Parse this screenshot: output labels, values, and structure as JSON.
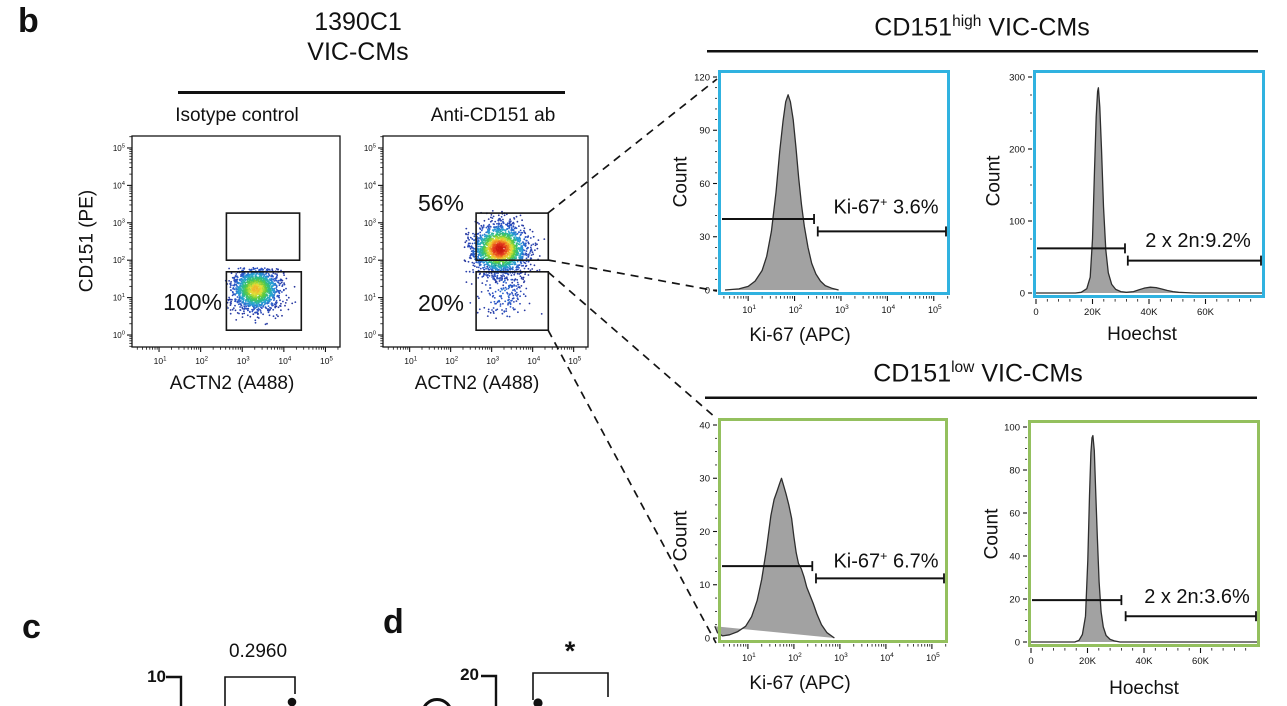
{
  "figure": {
    "background": "#ffffff"
  },
  "panel_labels": {
    "b": "b",
    "c": "c",
    "d": "d"
  },
  "colors": {
    "high_border": "#30b2e0",
    "low_border": "#94c05e",
    "hist_fill": "#9d9d9d",
    "hist_stroke": "#2e2e2e",
    "text": "#111111"
  },
  "left_group": {
    "title_line1": "1390C1",
    "title_line2": "VIC-CMs"
  },
  "high_group": {
    "title_pre": "CD151",
    "title_sup": "high",
    "title_post": " VIC-CMs"
  },
  "low_group": {
    "title_pre": "CD151",
    "title_sup": "low",
    "title_post": " VIC-CMs"
  },
  "panel_c": {
    "y_tick": "10",
    "p_value": "0.2960"
  },
  "panel_d": {
    "y_tick": "20",
    "significance": "*"
  },
  "chart_data": [
    {
      "id": "isotype-scatter",
      "type": "scatter",
      "title": "Isotype control",
      "xlabel": "ACTN2 (A488)",
      "ylabel": "CD151 (PE)",
      "x_scale": "log",
      "y_scale": "log",
      "x_tick_exponents": [
        1,
        2,
        3,
        4,
        5
      ],
      "y_tick_exponents": [
        0,
        1,
        2,
        3,
        4,
        5
      ],
      "xlim_log": [
        0.35,
        5.35
      ],
      "ylim_log": [
        -0.32,
        5.32
      ],
      "gates": [
        {
          "name": "cd151-high-gate",
          "x_log": [
            2.62,
            4.38
          ],
          "y_log": [
            2.0,
            3.26
          ],
          "label": ""
        },
        {
          "name": "cd151-population-gate",
          "x_log": [
            2.62,
            4.42
          ],
          "y_log": [
            0.13,
            1.69
          ],
          "label": "100%"
        }
      ],
      "populations": [
        {
          "center_log": [
            3.33,
            1.22
          ],
          "sigma_log": [
            0.3,
            0.3
          ],
          "n": 1600,
          "intensity": 0.74
        }
      ]
    },
    {
      "id": "anti-cd151-scatter",
      "type": "scatter",
      "title": "Anti-CD151 ab",
      "xlabel": "ACTN2 (A488)",
      "ylabel": "",
      "x_scale": "log",
      "y_scale": "log",
      "x_tick_exponents": [
        1,
        2,
        3,
        4,
        5
      ],
      "y_tick_exponents": [
        0,
        1,
        2,
        3,
        4,
        5
      ],
      "xlim_log": [
        0.35,
        5.35
      ],
      "ylim_log": [
        -0.32,
        5.32
      ],
      "gates": [
        {
          "name": "cd151-high-gate",
          "x_log": [
            2.62,
            4.38
          ],
          "y_log": [
            2.0,
            3.26
          ],
          "label": "56%"
        },
        {
          "name": "cd151-low-gate",
          "x_log": [
            2.62,
            4.38
          ],
          "y_log": [
            0.13,
            1.69
          ],
          "label": "20%"
        }
      ],
      "populations": [
        {
          "center_log": [
            3.2,
            2.3
          ],
          "sigma_log": [
            0.34,
            0.33
          ],
          "n": 2000,
          "intensity": 0.97
        },
        {
          "center_log": [
            3.3,
            1.15
          ],
          "sigma_log": [
            0.32,
            0.42
          ],
          "n": 220,
          "intensity": 0.2
        }
      ]
    },
    {
      "id": "ki67-high-histogram",
      "type": "area-histogram",
      "group": "CD151high VIC-CMs",
      "xlabel": "Ki-67 (APC)",
      "ylabel": "Count",
      "x_scale": "log",
      "xlim_log": [
        0.35,
        5.35
      ],
      "x_tick_exponents": [
        1,
        2,
        3,
        4,
        5
      ],
      "y_ticks": [
        0,
        30,
        60,
        90,
        120
      ],
      "y_minor": 6,
      "points": [
        [
          0.5,
          0
        ],
        [
          0.8,
          0.6
        ],
        [
          1.0,
          2
        ],
        [
          1.15,
          5
        ],
        [
          1.3,
          11
        ],
        [
          1.4,
          19
        ],
        [
          1.5,
          33
        ],
        [
          1.6,
          55
        ],
        [
          1.68,
          78
        ],
        [
          1.75,
          95
        ],
        [
          1.81,
          106
        ],
        [
          1.86,
          110
        ],
        [
          1.91,
          106
        ],
        [
          1.97,
          96
        ],
        [
          2.03,
          80
        ],
        [
          2.09,
          63
        ],
        [
          2.15,
          48
        ],
        [
          2.21,
          36
        ],
        [
          2.29,
          24
        ],
        [
          2.37,
          15
        ],
        [
          2.46,
          9
        ],
        [
          2.56,
          5
        ],
        [
          2.66,
          2.5
        ],
        [
          2.8,
          1
        ],
        [
          2.95,
          0
        ]
      ],
      "gate_neg": {
        "count": 40,
        "x_log_end": 2.42
      },
      "gate_pos": {
        "count": 33,
        "x_log_start": 2.5
      },
      "gate_label": {
        "pre": "Ki-67",
        "sup": "+",
        "post": " 3.6%"
      }
    },
    {
      "id": "hoechst-high-histogram",
      "type": "area-histogram",
      "group": "CD151high VIC-CMs",
      "xlabel": "Hoechst",
      "ylabel": "Count",
      "x_scale": "linear",
      "xlim": [
        0,
        80000
      ],
      "x_ticks": [
        {
          "v": 0,
          "label": "0"
        },
        {
          "v": 20000,
          "label": "20K"
        },
        {
          "v": 40000,
          "label": "40K"
        },
        {
          "v": 60000,
          "label": "60K"
        }
      ],
      "x_minor": 4000,
      "y_ticks": [
        0,
        100,
        200,
        300
      ],
      "y_minor": 25,
      "points": [
        [
          0,
          0
        ],
        [
          14000,
          0
        ],
        [
          16000,
          1
        ],
        [
          18000,
          6
        ],
        [
          19200,
          22
        ],
        [
          20000,
          75
        ],
        [
          20700,
          170
        ],
        [
          21300,
          245
        ],
        [
          21800,
          280
        ],
        [
          22100,
          285
        ],
        [
          22600,
          258
        ],
        [
          23200,
          200
        ],
        [
          23900,
          120
        ],
        [
          24700,
          60
        ],
        [
          25600,
          28
        ],
        [
          26800,
          12
        ],
        [
          28200,
          5
        ],
        [
          30000,
          2
        ],
        [
          32000,
          1
        ],
        [
          34500,
          2
        ],
        [
          36500,
          4.5
        ],
        [
          38500,
          7
        ],
        [
          40500,
          8
        ],
        [
          42500,
          7.5
        ],
        [
          44500,
          5.5
        ],
        [
          46500,
          3.5
        ],
        [
          48500,
          2
        ],
        [
          50500,
          1
        ],
        [
          53000,
          0.5
        ],
        [
          56000,
          0
        ],
        [
          80000,
          0
        ]
      ],
      "gate_neg": {
        "count": 62,
        "x_end": 31500
      },
      "gate_pos": {
        "count": 45,
        "x_start": 32500
      },
      "gate_label": {
        "pre": "2 x 2n:9.2%",
        "sup": "",
        "post": ""
      }
    },
    {
      "id": "ki67-low-histogram",
      "type": "area-histogram",
      "group": "CD151low VIC-CMs",
      "xlabel": "Ki-67 (APC)",
      "ylabel": "Count",
      "x_scale": "log",
      "xlim_log": [
        0.35,
        5.35
      ],
      "x_tick_exponents": [
        1,
        2,
        3,
        4,
        5
      ],
      "y_ticks": [
        0,
        10,
        20,
        30,
        40
      ],
      "y_minor": 2.5,
      "points": [
        [
          0.28,
          2.2
        ],
        [
          0.34,
          1
        ],
        [
          0.45,
          0.4
        ],
        [
          0.6,
          0.6
        ],
        [
          0.78,
          1.2
        ],
        [
          0.95,
          2.2
        ],
        [
          1.08,
          4
        ],
        [
          1.2,
          7
        ],
        [
          1.3,
          11
        ],
        [
          1.4,
          16.5
        ],
        [
          1.5,
          23
        ],
        [
          1.57,
          26
        ],
        [
          1.63,
          27.5
        ],
        [
          1.69,
          29
        ],
        [
          1.73,
          30
        ],
        [
          1.78,
          28.5
        ],
        [
          1.83,
          27
        ],
        [
          1.89,
          25
        ],
        [
          1.95,
          22.5
        ],
        [
          2.0,
          19
        ],
        [
          2.05,
          16
        ],
        [
          2.1,
          14
        ],
        [
          2.16,
          13
        ],
        [
          2.22,
          11.5
        ],
        [
          2.28,
          9.5
        ],
        [
          2.35,
          8
        ],
        [
          2.42,
          6.5
        ],
        [
          2.5,
          4.5
        ],
        [
          2.6,
          2.5
        ],
        [
          2.72,
          1
        ],
        [
          2.88,
          0
        ]
      ],
      "gate_neg": {
        "count": 13.5,
        "x_log_end": 2.4
      },
      "gate_pos": {
        "count": 11.2,
        "x_log_start": 2.48
      },
      "gate_label": {
        "pre": "Ki-67",
        "sup": "+",
        "post": " 6.7%"
      }
    },
    {
      "id": "hoechst-low-histogram",
      "type": "area-histogram",
      "group": "CD151low VIC-CMs",
      "xlabel": "Hoechst",
      "ylabel": "Count",
      "x_scale": "linear",
      "xlim": [
        0,
        80000
      ],
      "x_ticks": [
        {
          "v": 0,
          "label": "0"
        },
        {
          "v": 20000,
          "label": "20K"
        },
        {
          "v": 40000,
          "label": "40K"
        },
        {
          "v": 60000,
          "label": "60K"
        }
      ],
      "x_minor": 4000,
      "y_ticks": [
        0,
        20,
        40,
        60,
        80,
        100
      ],
      "y_minor": 5,
      "points": [
        [
          0,
          0
        ],
        [
          15500,
          0
        ],
        [
          17000,
          0.8
        ],
        [
          18200,
          3.5
        ],
        [
          19300,
          12
        ],
        [
          20100,
          38
        ],
        [
          20700,
          68
        ],
        [
          21200,
          88
        ],
        [
          21600,
          95
        ],
        [
          21900,
          96
        ],
        [
          22400,
          89
        ],
        [
          22900,
          70
        ],
        [
          23500,
          48
        ],
        [
          24100,
          28
        ],
        [
          24800,
          14
        ],
        [
          25600,
          7
        ],
        [
          26600,
          3
        ],
        [
          28000,
          1.2
        ],
        [
          29500,
          0.5
        ],
        [
          31500,
          0
        ],
        [
          80000,
          0
        ]
      ],
      "gate_neg": {
        "count": 19.5,
        "x_end": 32000
      },
      "gate_pos": {
        "count": 12,
        "x_start": 33500
      },
      "gate_label": {
        "pre": "2 x 2n:3.6%",
        "sup": "",
        "post": ""
      }
    }
  ]
}
